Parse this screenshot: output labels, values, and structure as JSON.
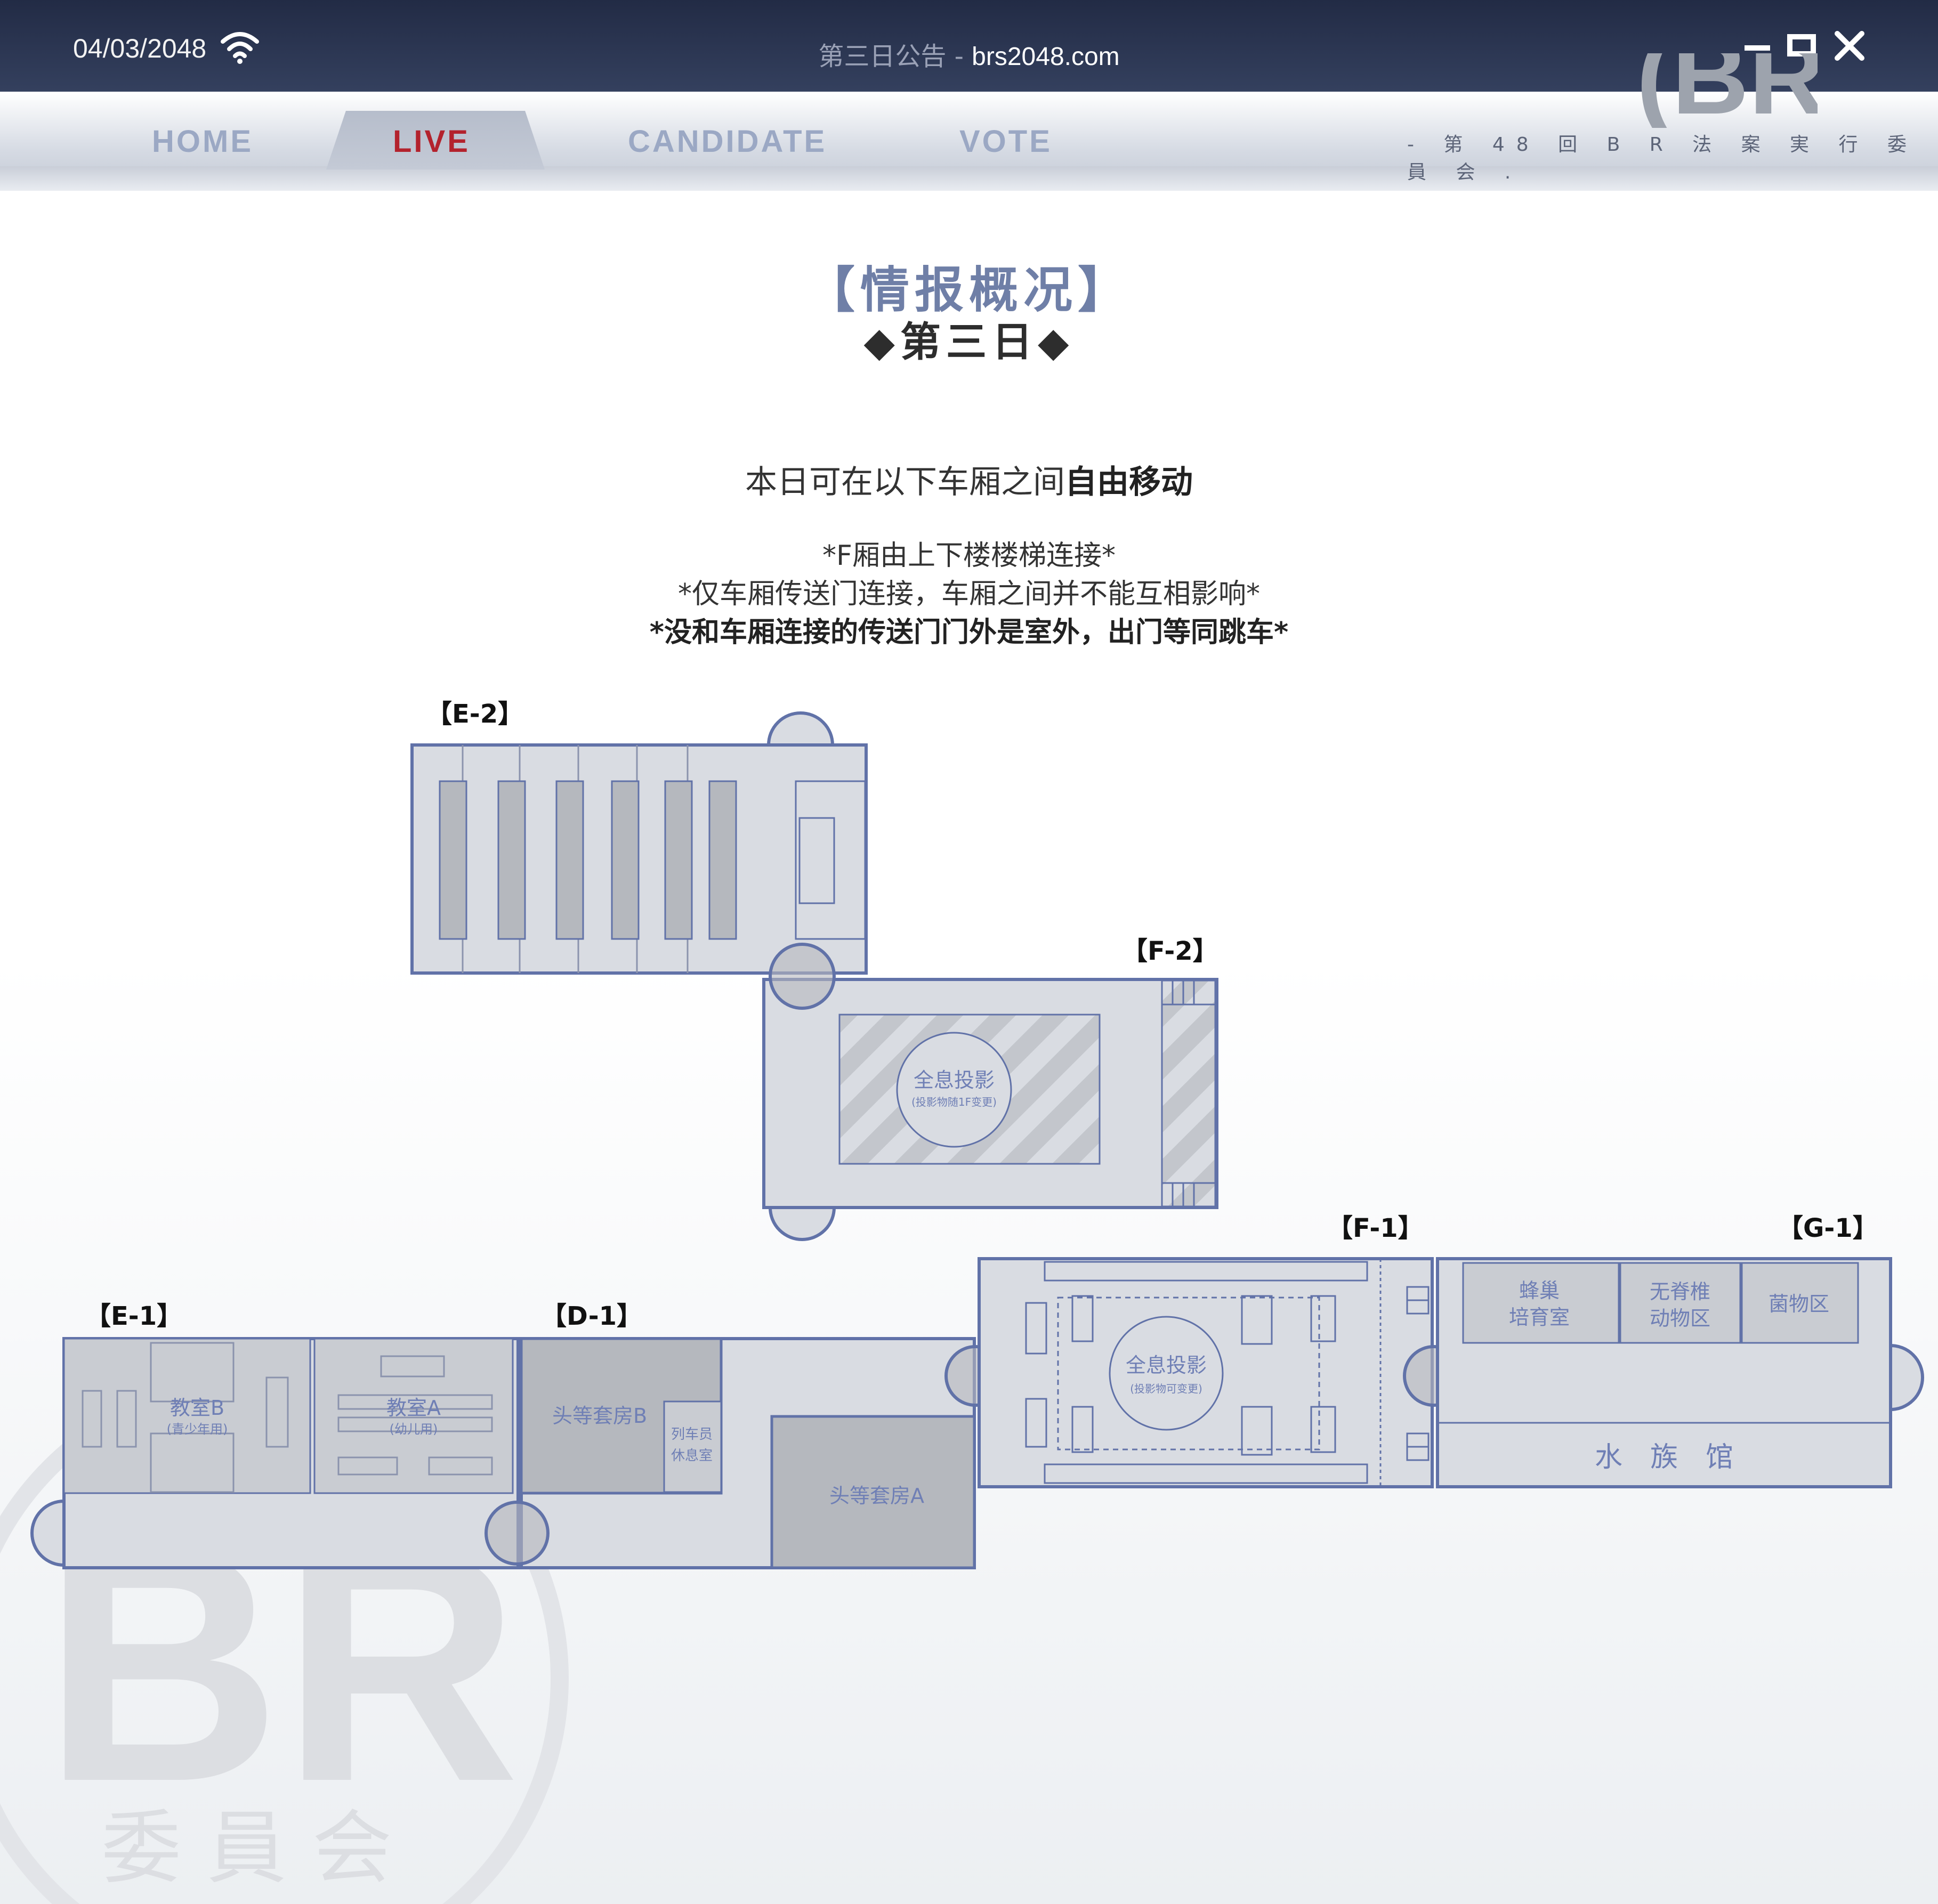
{
  "window": {
    "date": "04/03/2048",
    "title_prefix": "第三日公告 - ",
    "title_url": "brs2048.com",
    "icons": [
      "wifi-icon",
      "minimize-icon",
      "maximize-icon",
      "close-icon"
    ]
  },
  "nav": {
    "tabs": [
      {
        "label": "HOME"
      },
      {
        "label": "LIVE"
      },
      {
        "label": "CANDIDATE"
      },
      {
        "label": "VOTE"
      }
    ],
    "active": "LIVE",
    "logo_text": "(BR)",
    "committee": "- 第 48 回 B R 法 案 実 行 委 員 会 ."
  },
  "content": {
    "title": "【情报概况】",
    "subtitle": "◆第三日◆",
    "intro_normal": "本日可在以下车厢之间",
    "intro_bold": "自由移动",
    "notes": [
      "*F厢由上下楼楼梯连接*",
      "*仅车厢传送门连接，车厢之间并不能互相影响*",
      "*没和车厢连接的传送门门外是室外，出门等同跳车*"
    ]
  },
  "map": {
    "cars": {
      "e2": "【E-2】",
      "f2": "【F-2】",
      "e1": "【E-1】",
      "d1": "【D-1】",
      "f1": "【F-1】",
      "g1": "【G-1】"
    },
    "rooms": {
      "hologram_f2": "全息投影",
      "hologram_f2_note": "(投影物随1F变更)",
      "classroom_b": "教室B",
      "classroom_b_note": "(青少年用)",
      "classroom_a": "教室A",
      "classroom_a_note": "(幼儿用)",
      "suite_b": "头等套房B",
      "crew_room_1": "列车员",
      "crew_room_2": "休息室",
      "suite_a": "头等套房A",
      "hologram_f1": "全息投影",
      "hologram_f1_note": "(投影物可变更)",
      "hive_1": "蜂巢",
      "hive_2": "培育室",
      "invert_1": "无脊椎",
      "invert_2": "动物区",
      "fungus": "菌物区",
      "aquarium": "水　族　馆"
    }
  },
  "watermark": {
    "letters": "BR",
    "committee": "委 員 会"
  },
  "colors": {
    "titlebar": "#2a3350",
    "live_tab_text": "#b3222d",
    "tab_text": "#9ba8c4",
    "title_accent": "#6f7fa7",
    "map_outline": "#6172a8",
    "room_fill": "#d9dce2",
    "room_dark_fill": "#b5b8be"
  }
}
